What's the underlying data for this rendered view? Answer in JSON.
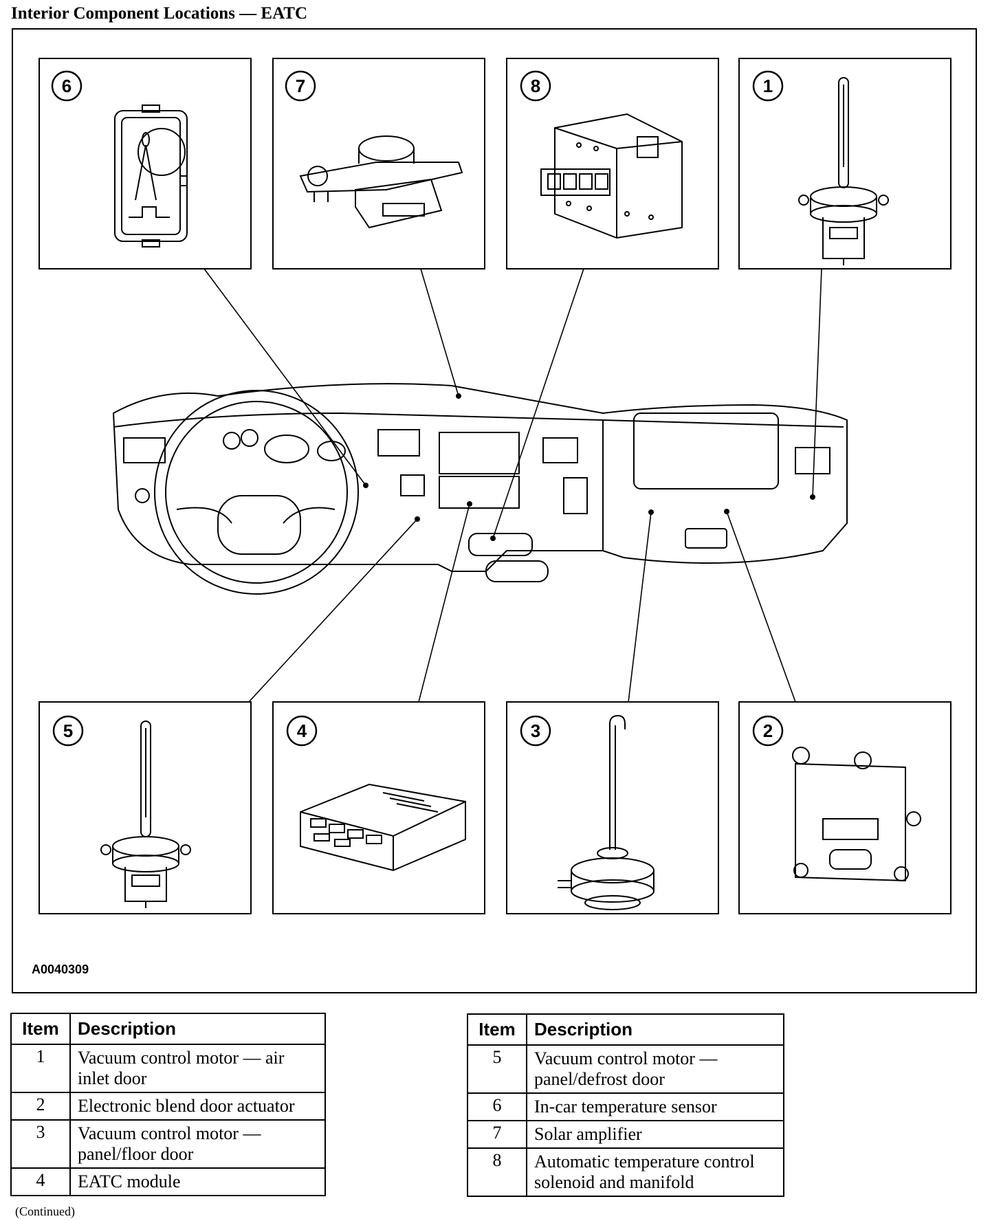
{
  "title": "Interior Component Locations — EATC",
  "figure_id": "A0040309",
  "callouts": [
    "6",
    "7",
    "8",
    "1",
    "5",
    "4",
    "3",
    "2"
  ],
  "table_header": {
    "item": "Item",
    "description": "Description"
  },
  "legend_left": [
    {
      "item": "1",
      "description": "Vacuum control motor — air inlet door"
    },
    {
      "item": "2",
      "description": "Electronic blend door actuator"
    },
    {
      "item": "3",
      "description": "Vacuum control motor — panel/floor door"
    },
    {
      "item": "4",
      "description": "EATC module"
    }
  ],
  "legend_right": [
    {
      "item": "5",
      "description": "Vacuum control motor — panel/defrost door"
    },
    {
      "item": "6",
      "description": "In-car temperature sensor"
    },
    {
      "item": "7",
      "description": "Solar amplifier"
    },
    {
      "item": "8",
      "description": "Automatic temperature control solenoid and manifold"
    }
  ],
  "continued": "(Continued)"
}
